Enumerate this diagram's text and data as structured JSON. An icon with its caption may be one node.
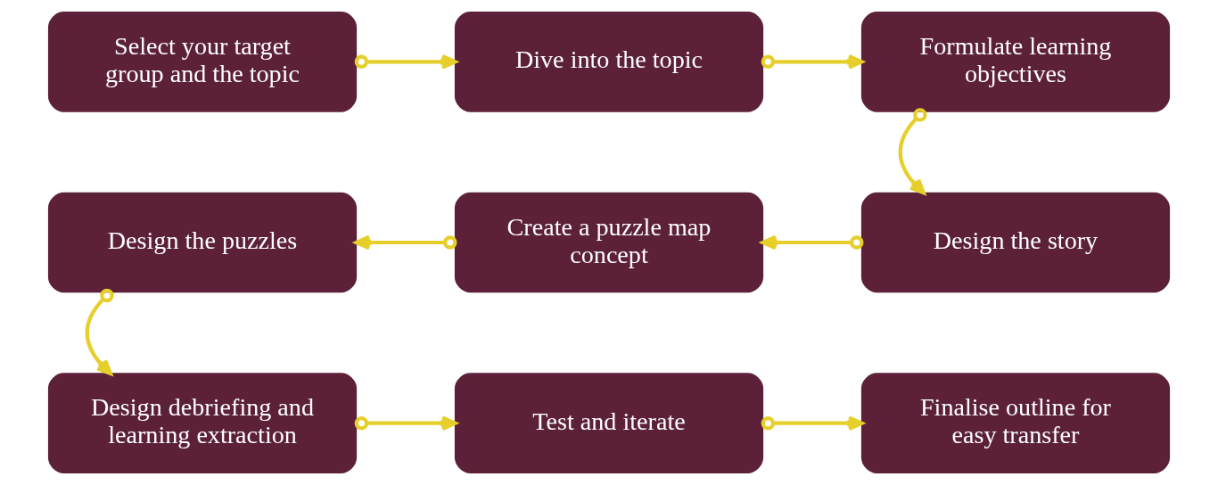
{
  "diagram": {
    "nodes": [
      {
        "text": [
          "Select your target group and the topic"
        ]
      },
      {
        "text": [
          "Dive into the topic"
        ]
      },
      {
        "text": [
          "Formulate learning objectives"
        ]
      },
      {
        "text": [
          "Design the puzzles"
        ]
      },
      {
        "text": [
          "Create a puzzle map concept"
        ]
      },
      {
        "text": [
          "Design the story"
        ]
      },
      {
        "text": [
          "Design debriefing and learning extraction"
        ]
      },
      {
        "text": [
          "Test and iterate"
        ]
      },
      {
        "text": [
          "Finalise outline for easy transfer"
        ]
      }
    ],
    "edges": [
      {
        "from": 0,
        "to": 1,
        "arrow": "to"
      },
      {
        "from": 1,
        "to": 2,
        "arrow": "to"
      },
      {
        "from": 2,
        "to": 5,
        "arrow": "to"
      },
      {
        "from": 5,
        "to": 4,
        "arrow": "to"
      },
      {
        "from": 4,
        "to": 3,
        "arrow": "to"
      },
      {
        "from": 3,
        "to": 6,
        "arrow": "to"
      },
      {
        "from": 6,
        "to": 7,
        "arrow": "to"
      },
      {
        "from": 7,
        "to": 8,
        "arrow": "to"
      }
    ]
  }
}
